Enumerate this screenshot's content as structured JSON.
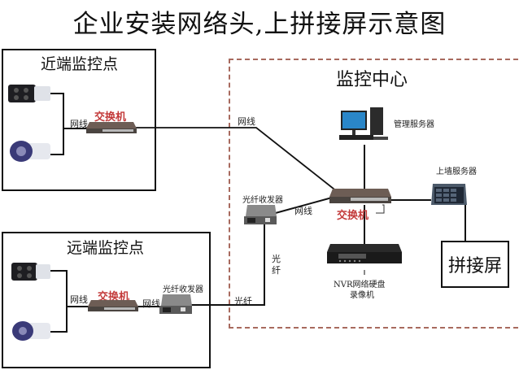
{
  "title": "企业安装网络头,上拼接屏示意图",
  "near_site": {
    "title": "近端监控点",
    "cable_label": "网线",
    "switch_label": "交换机",
    "devices": [
      "camera-icon",
      "camera-icon",
      "switch-icon"
    ]
  },
  "far_site": {
    "title": "远端监控点",
    "cable_label_1": "网线",
    "switch_label": "交换机",
    "cable_label_2": "网线",
    "transceiver_label": "光纤收发器",
    "fiber_label": "光纤"
  },
  "center": {
    "title": "监控中心",
    "mgmt_server_label": "管理服务器",
    "wall_server_label": "上墙服务器",
    "switch_label": "交换机",
    "transceiver_label": "光纤收发器",
    "cable_label_uplink": "网线",
    "cable_label_transceiver": "网线",
    "fiber_vertical_label": "光纤",
    "nvr_label_line1": "NVR网络硬盘",
    "nvr_label_line2": "录像机",
    "video_wall_label": "拼接屏"
  },
  "colors": {
    "accent_red": "#c33a3a",
    "dashed_border": "#a86a5e"
  }
}
